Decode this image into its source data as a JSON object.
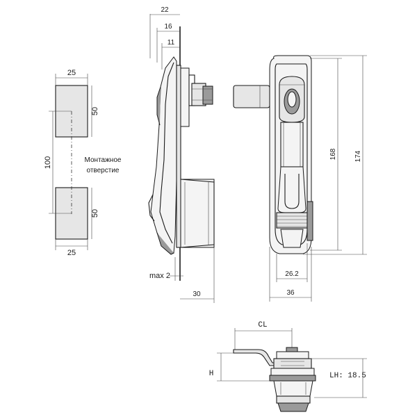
{
  "cutout": {
    "width_top": "25",
    "width_bottom": "25",
    "height_top": "50",
    "height_bottom": "50",
    "pitch": "100",
    "note_line1": "Монтажное",
    "note_line2": "отверстие"
  },
  "side_view": {
    "dim_22": "22",
    "dim_16": "16",
    "dim_11": "11",
    "max_label": "max 2",
    "dim_30": "30"
  },
  "front_view": {
    "dim_168": "168",
    "dim_174": "174",
    "dim_26_2": "26.2",
    "dim_36": "36"
  },
  "bottom_view": {
    "cl_label": "CL",
    "h_label": "H",
    "lh_label": "LH: 18.5"
  }
}
